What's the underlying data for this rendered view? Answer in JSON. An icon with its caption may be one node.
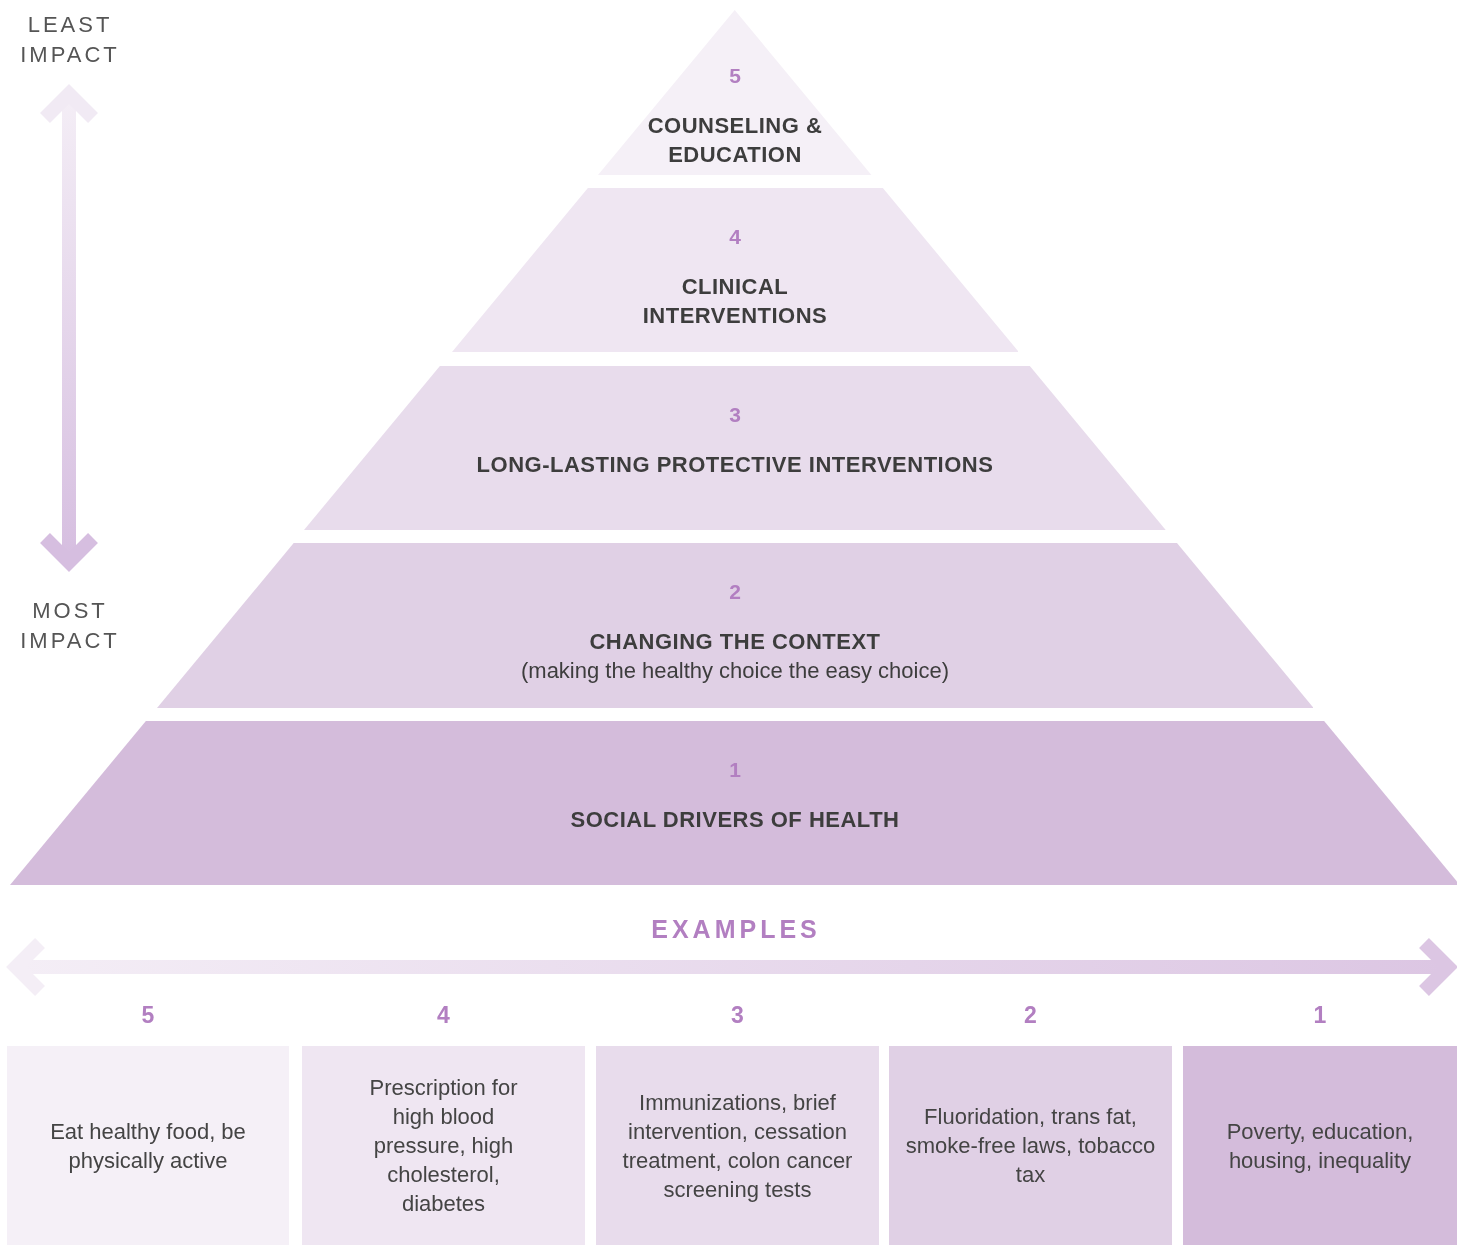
{
  "diagram": {
    "nodes": [
      {
        "text": [
          "5",
          "COUNSELING & EDUCATION"
        ]
      },
      {
        "text": [
          "4",
          "CLINICAL INTERVENTIONS"
        ]
      },
      {
        "text": [
          "3",
          "LONG-LASTING PROTECTIVE INTERVENTIONS"
        ]
      },
      {
        "text": [
          "2",
          "CHANGING THE CONTEXT",
          "(making the healthy choice the easy choice)"
        ]
      },
      {
        "text": [
          "1",
          "SOCIAL DRIVERS OF HEALTH"
        ]
      },
      {
        "text": [
          "Eat healthy food, be physically active"
        ],
        "beside": [
          "5"
        ]
      },
      {
        "text": [
          "Prescription for high blood pressure, high cholesterol, diabetes"
        ],
        "beside": [
          "4"
        ]
      },
      {
        "text": [
          "Immunizations, brief intervention, cessation treatment, colon cancer screening tests"
        ],
        "beside": [
          "3"
        ]
      },
      {
        "text": [
          "Fluoridation, trans fat, smoke-free laws, tobacco tax"
        ],
        "beside": [
          "2"
        ]
      },
      {
        "text": [
          "Poverty, education, housing, inequality"
        ],
        "beside": [
          "1"
        ]
      }
    ],
    "edges": [],
    "labels": [
      "LEAST IMPACT",
      "MOST IMPACT",
      "EXAMPLES"
    ]
  }
}
